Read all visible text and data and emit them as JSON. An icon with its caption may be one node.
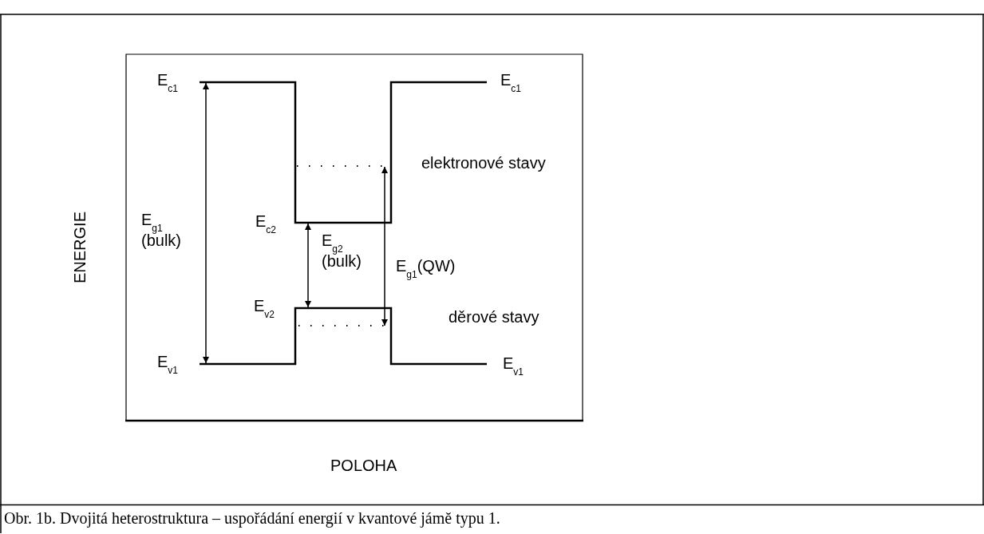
{
  "diagram": {
    "caption": "Obr. 1b. Dvojitá heterostruktura – uspořádání energií v kvantové jámě typu 1.",
    "labels": [
      "E$_{c1}$",
      "E$_{c1}$",
      "elektronové stavy",
      "ENERGIE",
      "E$_{g1}$ (bulk)",
      "E$_{c2}$",
      "E$_{g2}$ (bulk)",
      "E$_{g1}$(QW)",
      "E$_{v2}$",
      "děrové stavy",
      "E$_{v1}$",
      "E$_{v1}$",
      "POLOHA"
    ]
  }
}
